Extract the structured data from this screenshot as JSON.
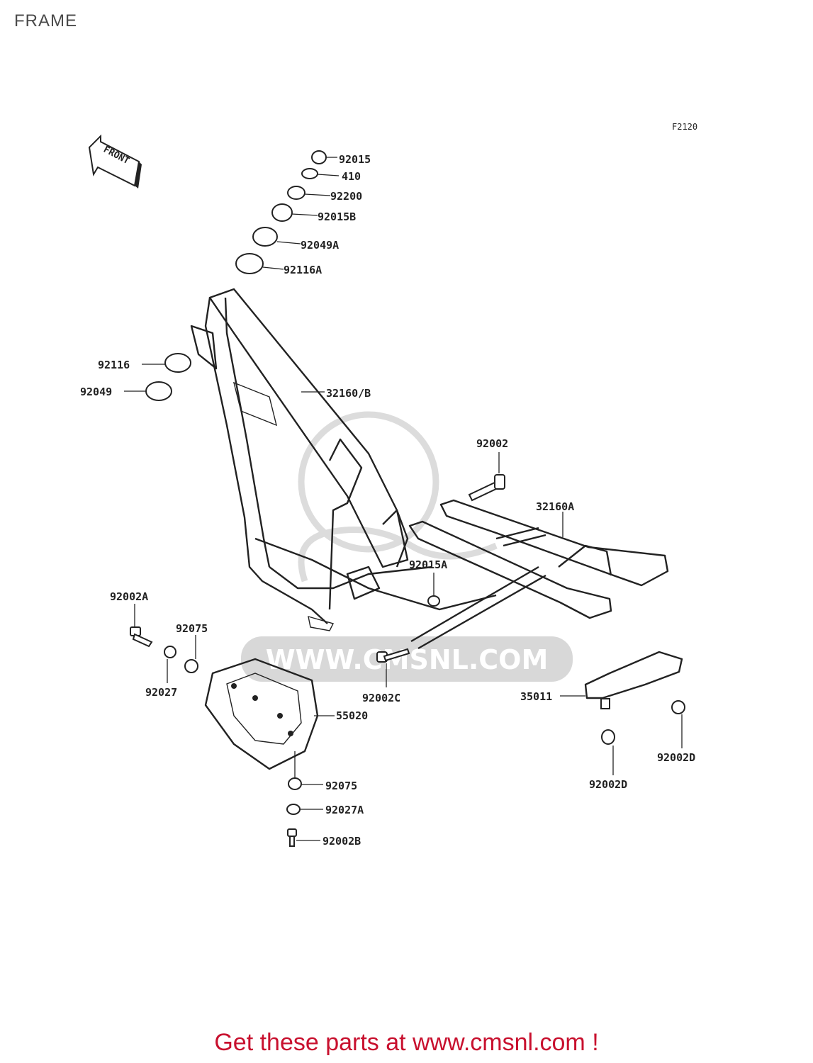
{
  "title": "FRAME",
  "figure_code": "F2120",
  "front_marker": "FRONT",
  "watermark": "WWW.CMSNL.COM",
  "footer": "Get these parts at www.cmsnl.com !",
  "parts": {
    "p92015": "92015",
    "p410": "410",
    "p92200": "92200",
    "p92015B": "92015B",
    "p92049A": "92049A",
    "p92116A": "92116A",
    "p92116": "92116",
    "p92049": "92049",
    "p32160B": "32160/B",
    "p92002": "92002",
    "p32160A": "32160A",
    "p92015A": "92015A",
    "p92002A": "92002A",
    "p92075": "92075",
    "p92027": "92027",
    "p92002C": "92002C",
    "p55020": "55020",
    "p35011": "35011",
    "p92002D_right": "92002D",
    "p92002D_left": "92002D",
    "p92075_bottom": "92075",
    "p92027A": "92027A",
    "p92002B": "92002B"
  }
}
